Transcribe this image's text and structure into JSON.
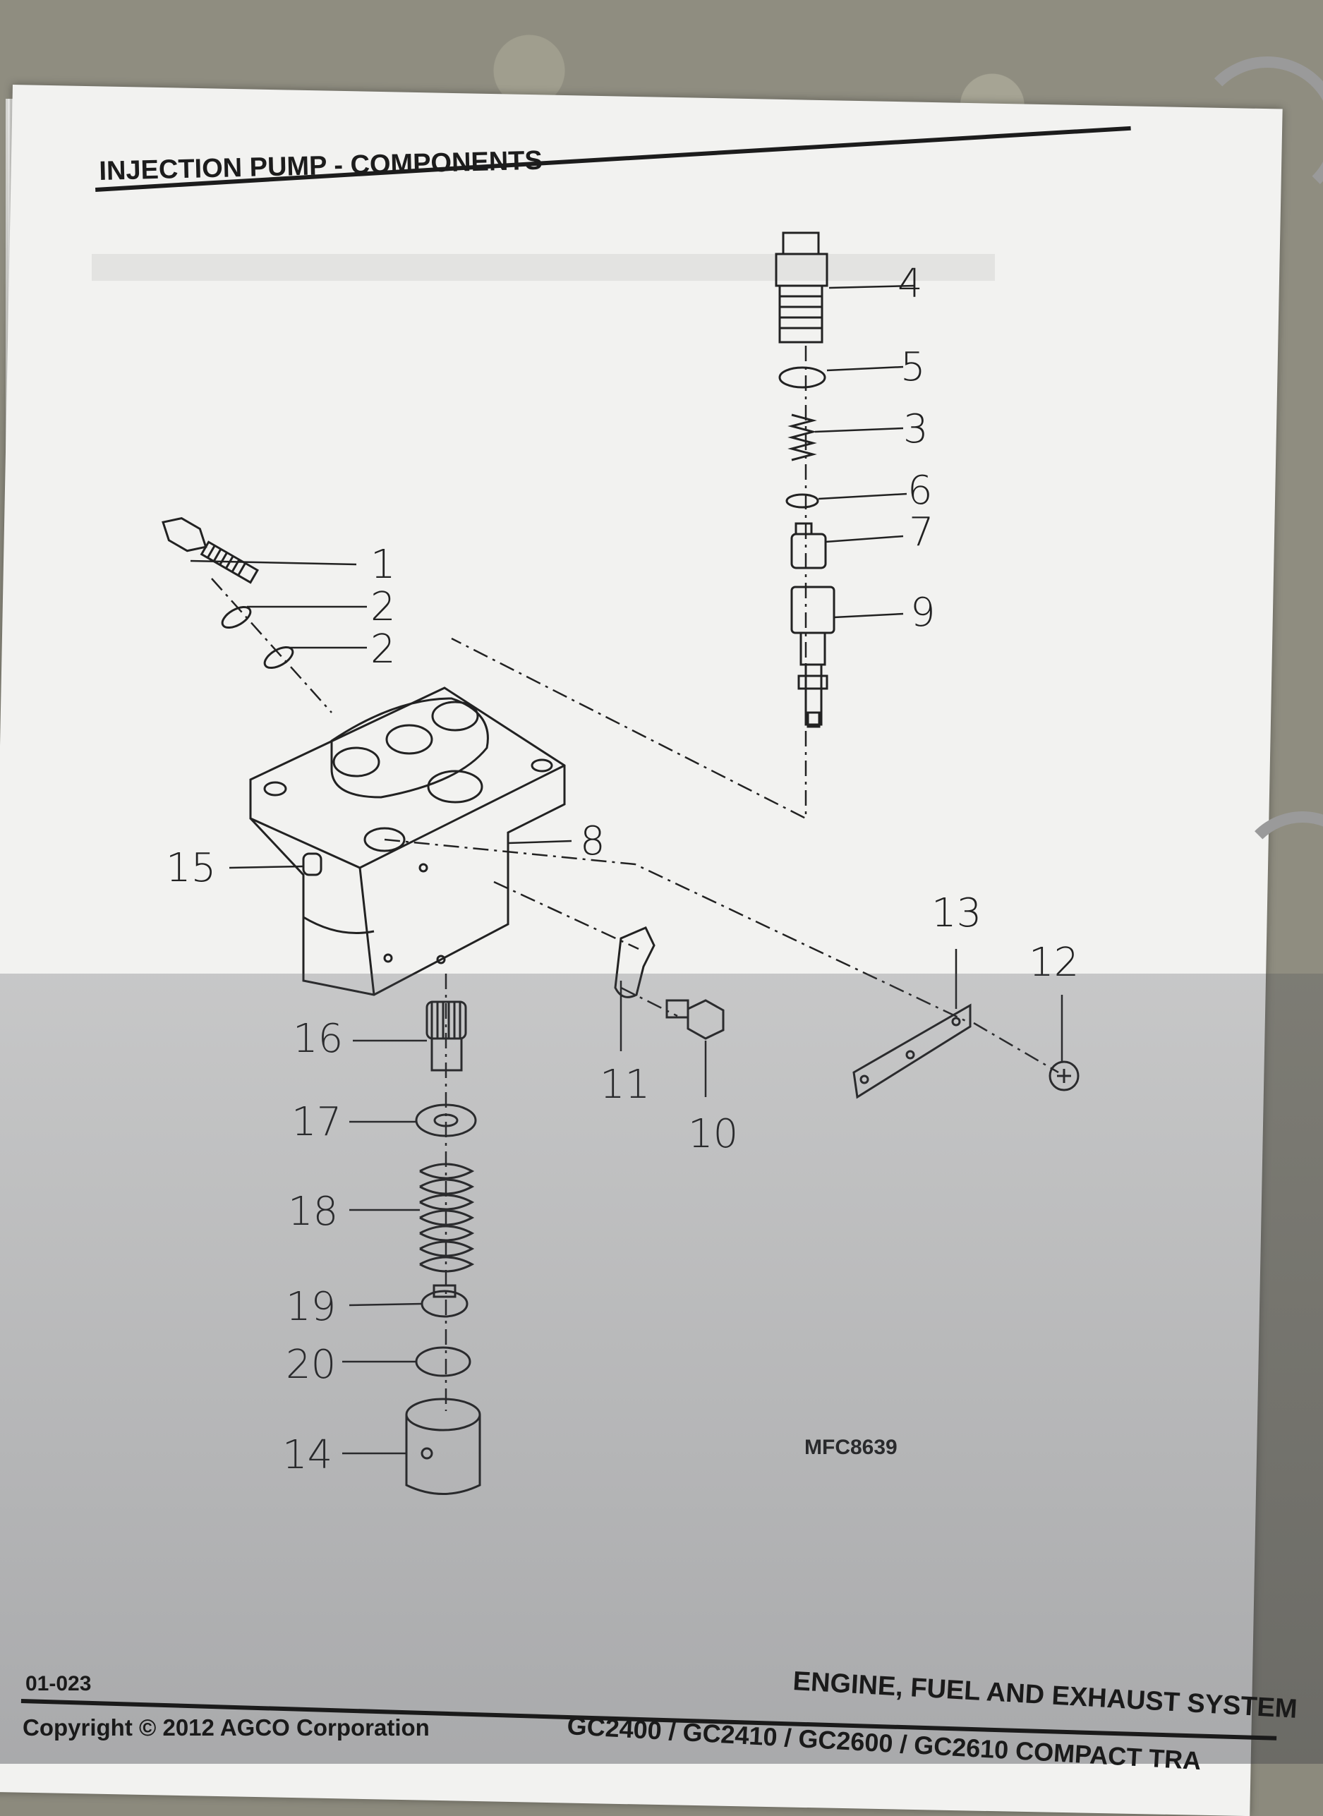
{
  "page": {
    "title": "INJECTION PUMP - COMPONENTS",
    "figure_code": "MFC8639",
    "footer": {
      "page_number": "01-023",
      "copyright": "Copyright © 2012 AGCO Corporation",
      "section": "ENGINE, FUEL AND EXHAUST SYSTEM",
      "models": "GC2400 / GC2410 / GC2600 / GC2610 COMPACT TRA"
    }
  },
  "callouts": {
    "c1": "1",
    "c2a": "2",
    "c2b": "2",
    "c3": "3",
    "c4": "4",
    "c5": "5",
    "c6": "6",
    "c7": "7",
    "c8": "8",
    "c9": "9",
    "c10": "10",
    "c11": "11",
    "c12": "12",
    "c13": "13",
    "c14": "14",
    "c15": "15",
    "c16": "16",
    "c17": "17",
    "c18": "18",
    "c19": "19",
    "c20": "20"
  }
}
